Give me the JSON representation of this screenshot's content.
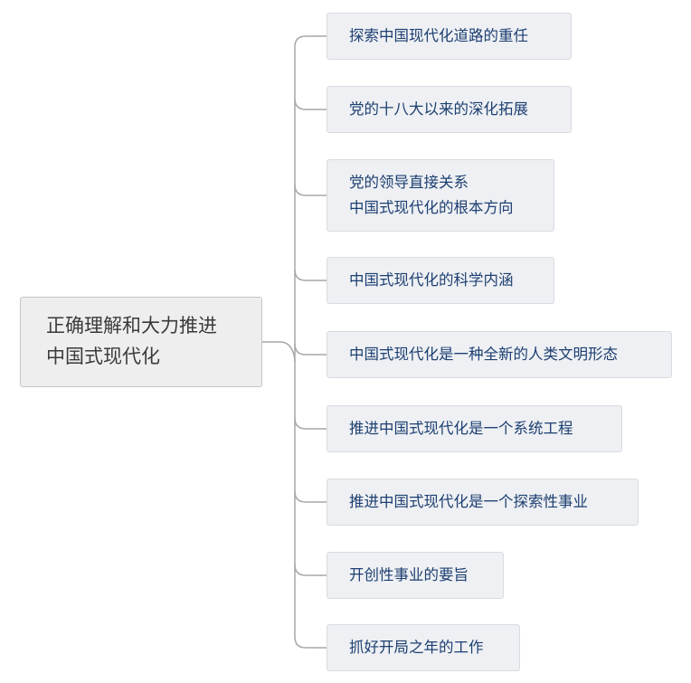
{
  "colors": {
    "root_text": "#3a3a3a",
    "root_fill": "#eeeeee",
    "branch_text": "#1d3f72",
    "branch_fill": "#eef0f3",
    "connector": "#a7a7a7"
  },
  "root": {
    "lines": [
      "正确理解和大力推进",
      "中国式现代化"
    ]
  },
  "branches": [
    {
      "lines": [
        "探索中国现代化道路的重任"
      ]
    },
    {
      "lines": [
        "党的十八大以来的深化拓展"
      ]
    },
    {
      "lines": [
        "党的领导直接关系",
        "中国式现代化的根本方向"
      ]
    },
    {
      "lines": [
        "中国式现代化的科学内涵"
      ]
    },
    {
      "lines": [
        "中国式现代化是一种全新的人类文明形态"
      ]
    },
    {
      "lines": [
        "推进中国式现代化是一个系统工程"
      ]
    },
    {
      "lines": [
        "推进中国式现代化是一个探索性事业"
      ]
    },
    {
      "lines": [
        "开创性事业的要旨"
      ]
    },
    {
      "lines": [
        "抓好开局之年的工作"
      ]
    }
  ]
}
